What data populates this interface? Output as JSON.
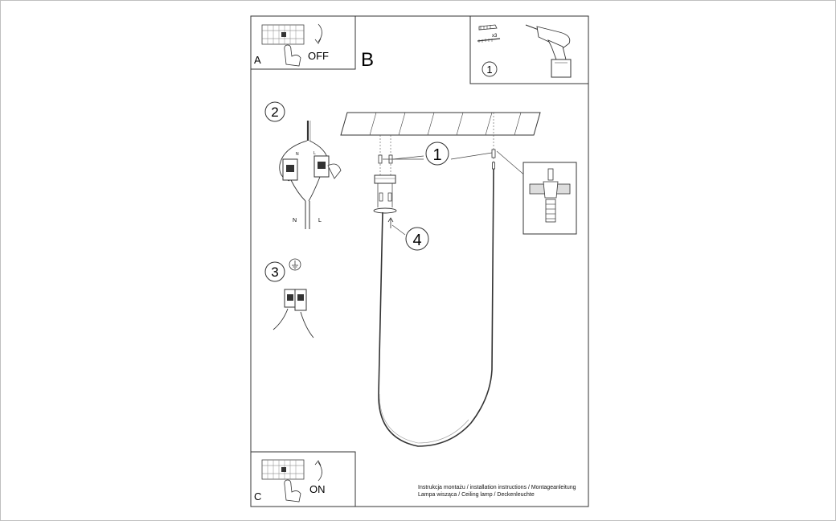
{
  "panels": {
    "a": {
      "letter": "A",
      "label": "OFF"
    },
    "c": {
      "letter": "C",
      "label": "ON"
    },
    "b": {
      "letter": "B"
    }
  },
  "tools": {
    "step": "1",
    "count": "x3"
  },
  "steps": {
    "s1": "1",
    "s2": "2",
    "s3": "3",
    "s4": "4"
  },
  "wiring": {
    "neutral": "N",
    "live": "L",
    "n_small": "N",
    "l_small": "L"
  },
  "footer": {
    "line1": "Instrukcja montażu / installation instructions / Montageanleitung",
    "line2": "Lampa wisząca / Ceiling lamp / Deckenleuchte"
  }
}
